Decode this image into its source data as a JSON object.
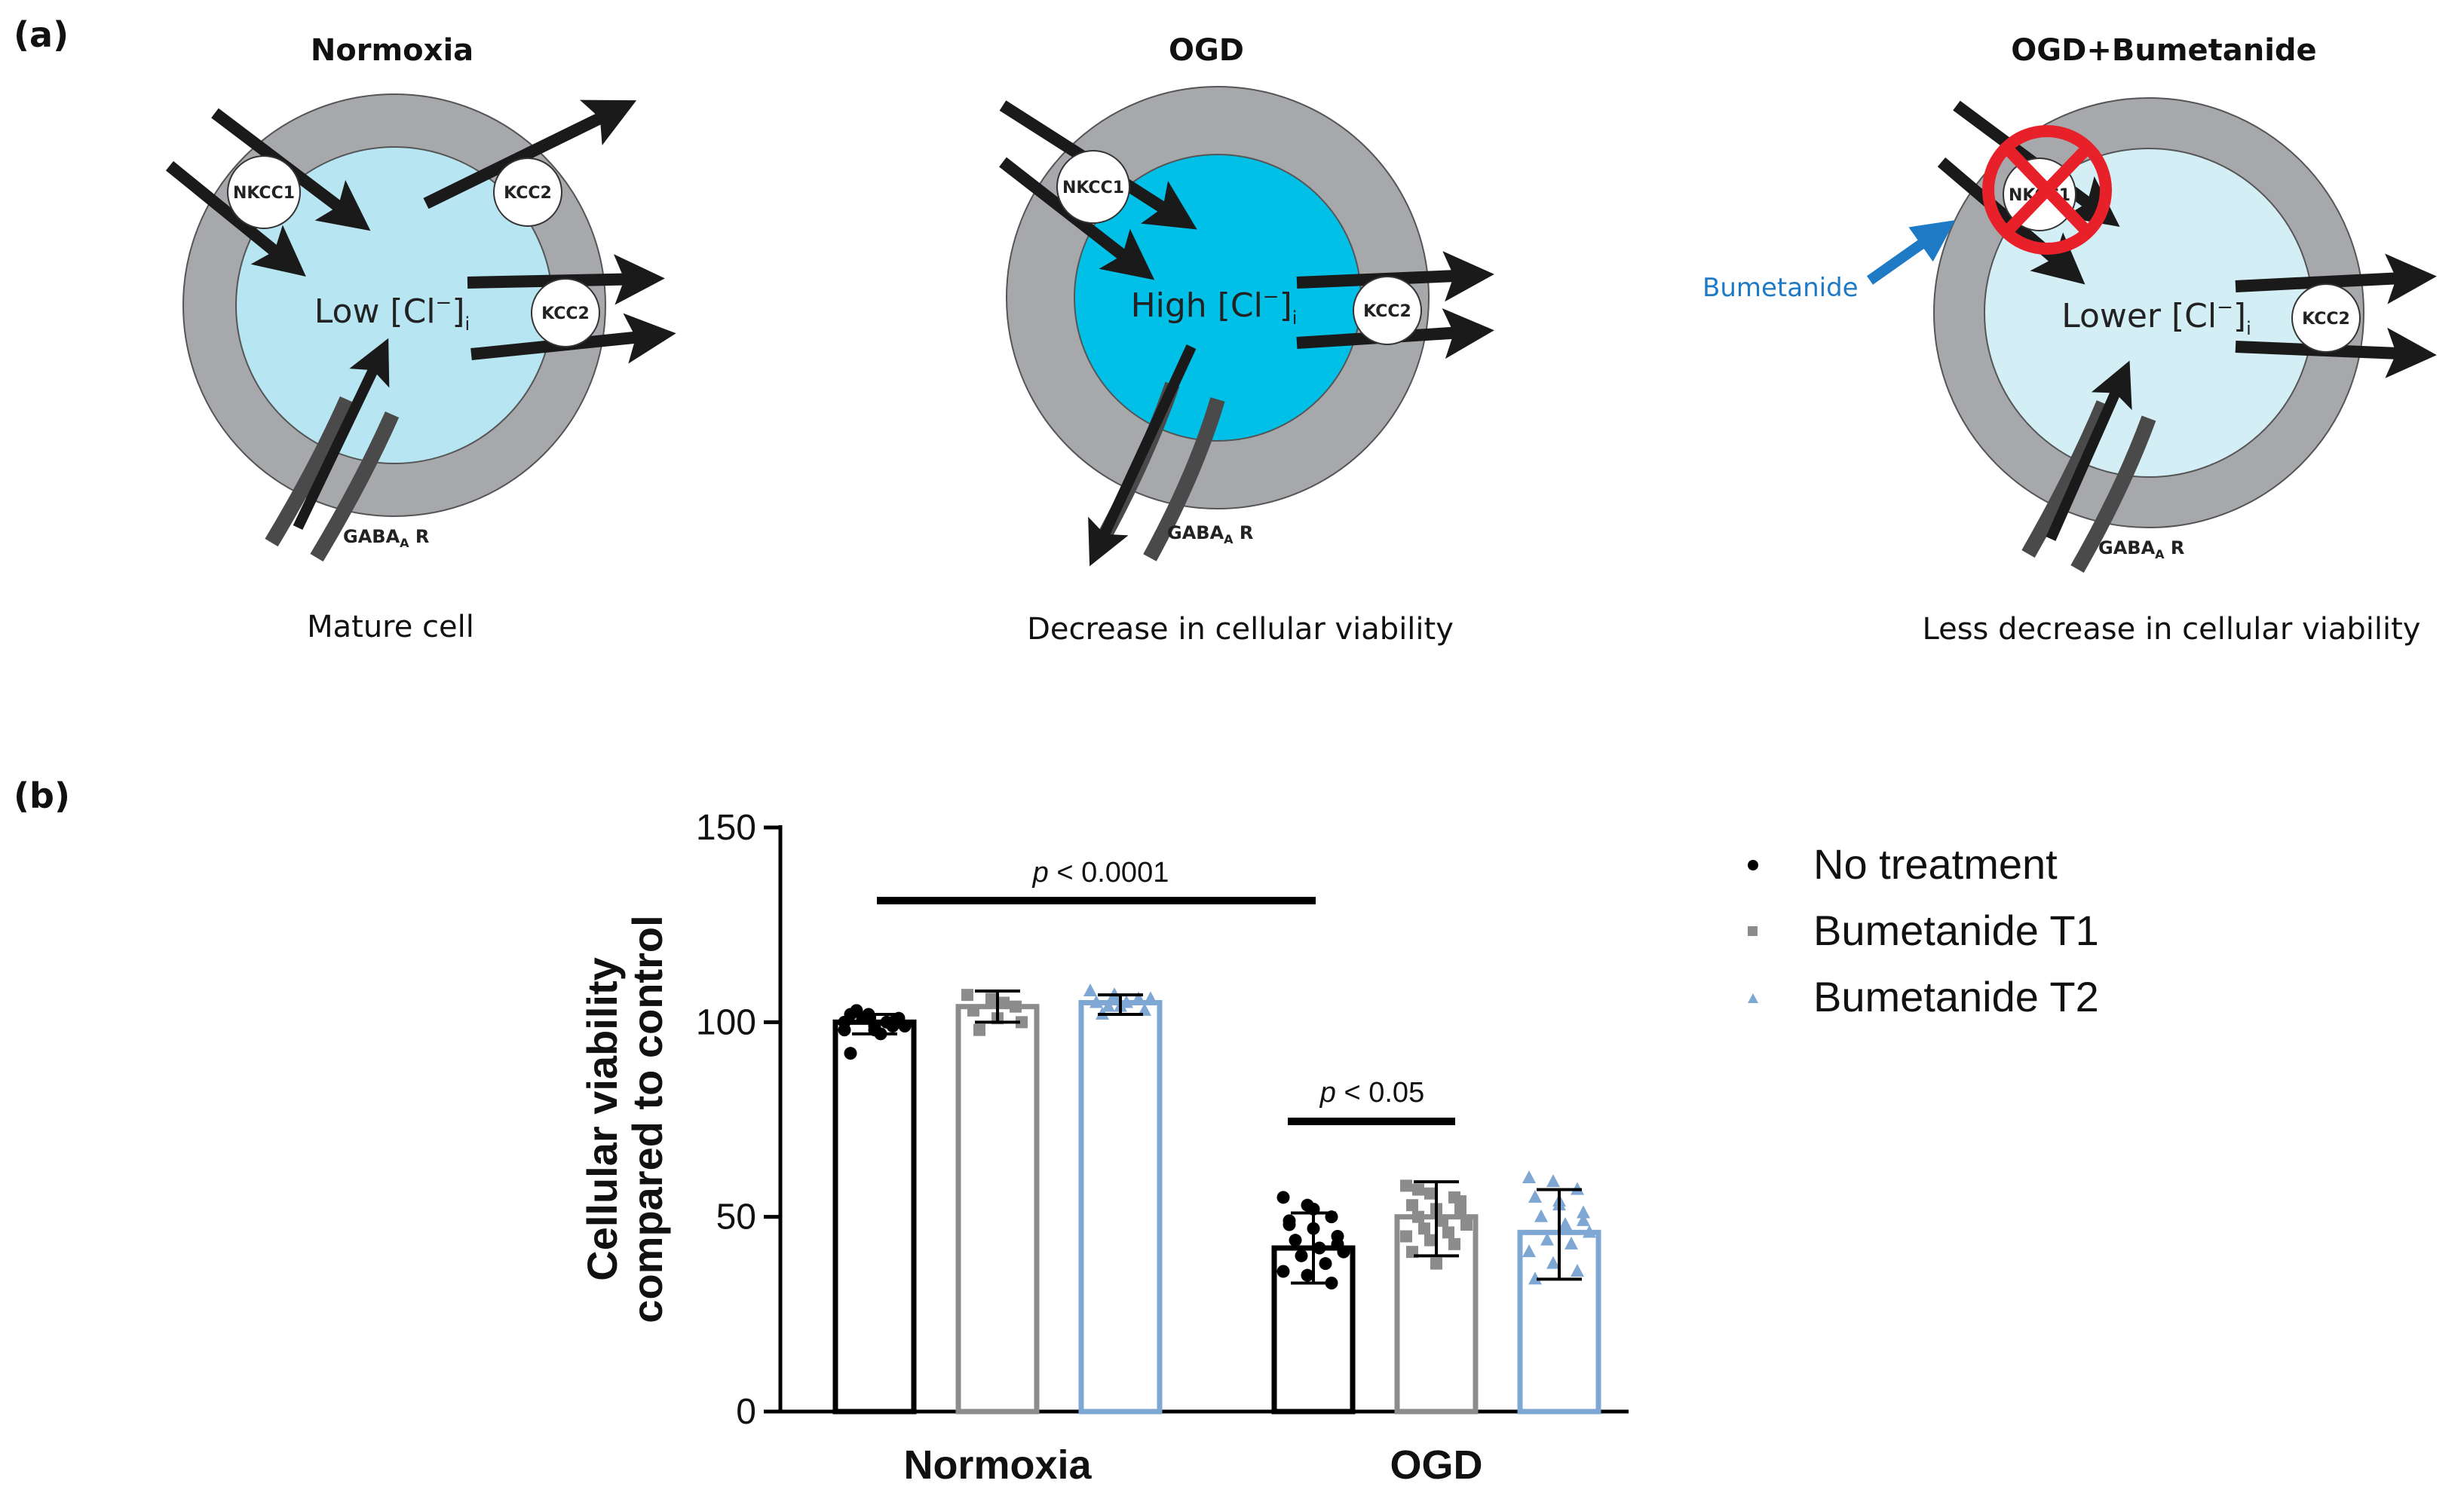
{
  "panel_a": {
    "label": "(a)",
    "cells": [
      {
        "title": "Normoxia",
        "chloride": "Low [Cl",
        "chloride_sub": "i",
        "caption": "Mature cell",
        "nkcc1": "NKCC1",
        "kcc2": "KCC2",
        "gaba": "GABA",
        "gaba_sub": "A",
        "gaba_r": " R"
      },
      {
        "title": "OGD",
        "chloride": "High [Cl",
        "chloride_sub": "i",
        "caption": "Decrease in cellular viability",
        "nkcc1": "NKCC1",
        "kcc2": "KCC2",
        "gaba": "GABA",
        "gaba_sub": "A",
        "gaba_r": " R"
      },
      {
        "title": "OGD+Bumetanide",
        "chloride": "Lower [Cl",
        "chloride_sub": "i",
        "caption": "Less decrease in cellular viability",
        "nkcc1": "NKCC1",
        "kcc2": "KCC2",
        "gaba": "GABA",
        "gaba_sub": "A",
        "gaba_r": " R",
        "drug": "Bumetanide"
      }
    ],
    "colors": {
      "membrane": "#a6a8ab",
      "normoxia": "#b7e5f1",
      "ogd": "#00c0e8",
      "bumetanide": "#d4eef5",
      "drug": "#1f7ac6",
      "block": "#e8202a"
    }
  },
  "panel_b": {
    "label": "(b)"
  },
  "chart_data": {
    "type": "bar",
    "categories": [
      "Normoxia",
      "OGD"
    ],
    "ylabel_line1": "Cellular viability",
    "ylabel_line2": "compared to control",
    "ylim": [
      0,
      150
    ],
    "yticks": [
      "0",
      "50",
      "100",
      "150"
    ],
    "series": [
      {
        "name": "No treatment",
        "marker": "circle",
        "color": "#000000",
        "values": [
          100,
          42
        ],
        "errors": [
          [
            97,
            102
          ],
          [
            33,
            51
          ]
        ],
        "points": [
          [
            100,
            101,
            99,
            102,
            98,
            100,
            103,
            97,
            99,
            101,
            100,
            98,
            102,
            100,
            92,
            99,
            101
          ],
          [
            55,
            53,
            50,
            49,
            47,
            45,
            44,
            42,
            41,
            40,
            38,
            36,
            35,
            33,
            48,
            52,
            43
          ]
        ]
      },
      {
        "name": "Bumetanide T1",
        "marker": "square",
        "color": "#8c8c8c",
        "values": [
          104,
          50
        ],
        "errors": [
          [
            100,
            108
          ],
          [
            40,
            59
          ]
        ],
        "points": [
          [
            107,
            106,
            104,
            103,
            101,
            100,
            98,
            105
          ],
          [
            58,
            56,
            55,
            53,
            52,
            51,
            50,
            49,
            48,
            47,
            46,
            45,
            44,
            43,
            41,
            38,
            54,
            57
          ]
        ]
      },
      {
        "name": "Bumetanide T2",
        "marker": "triangle",
        "color": "#7fa7d3",
        "values": [
          105,
          46
        ],
        "errors": [
          [
            102,
            107
          ],
          [
            34,
            57
          ]
        ],
        "points": [
          [
            108,
            107,
            106,
            105,
            104,
            103,
            102,
            105,
            106,
            104
          ],
          [
            60,
            59,
            57,
            55,
            53,
            51,
            50,
            48,
            46,
            44,
            43,
            41,
            38,
            36,
            34,
            54,
            49
          ]
        ]
      }
    ],
    "significance": [
      {
        "label": "p",
        "text": " < 0.0001"
      },
      {
        "label": "p",
        "text": " < 0.05"
      }
    ]
  }
}
